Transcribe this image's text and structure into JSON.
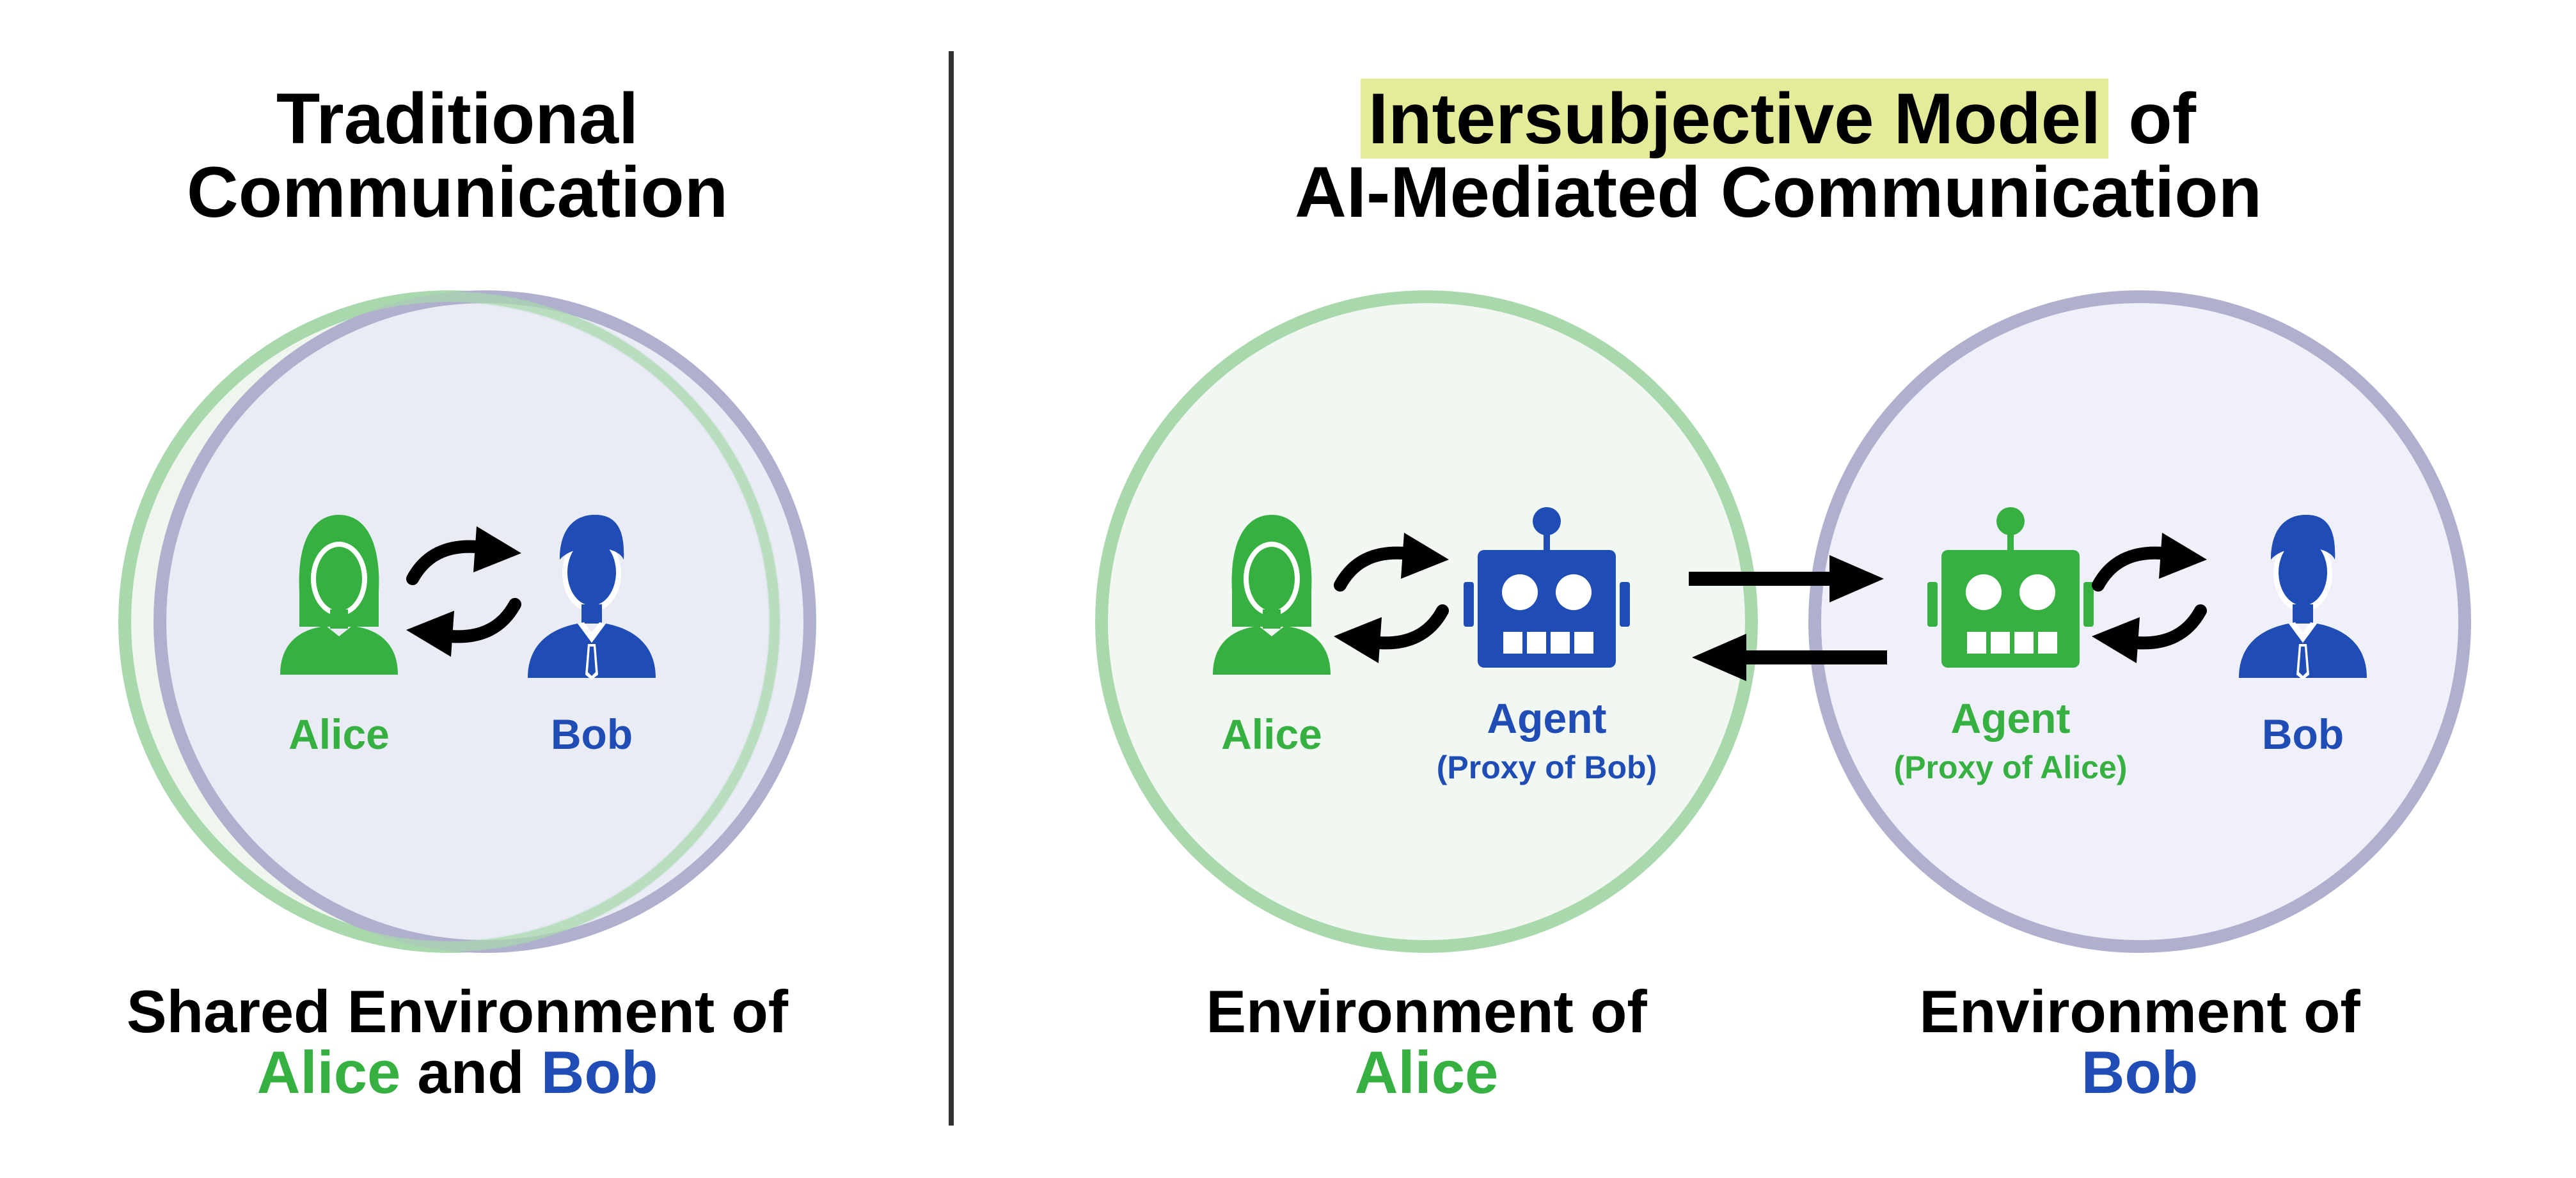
{
  "colors": {
    "green": "#35b041",
    "blue": "#1f4db5",
    "green_ring": "#a9d8ad",
    "blue_ring": "#aeb0cd",
    "highlight": "#e4ec9a",
    "divider": "#333333"
  },
  "left_panel": {
    "title_line1": "Traditional",
    "title_line2": "Communication",
    "alice_label": "Alice",
    "bob_label": "Bob",
    "footer_line1": "Shared Environment of",
    "footer_alice": "Alice",
    "footer_and": "and",
    "footer_bob": "Bob"
  },
  "right_panel": {
    "title_highlight": "Intersubjective Model",
    "title_of": "of",
    "title_line2": "AI-Mediated Communication",
    "alice_label": "Alice",
    "agent_bob_label": "Agent",
    "agent_bob_sub": "(Proxy of Bob)",
    "agent_alice_label": "Agent",
    "agent_alice_sub": "(Proxy of Alice)",
    "bob_label": "Bob",
    "env_alice_line1": "Environment of",
    "env_alice_name": "Alice",
    "env_bob_line1": "Environment of",
    "env_bob_name": "Bob"
  },
  "icons": [
    "female-user-icon",
    "male-user-icon",
    "robot-icon",
    "cycle-arrows-icon",
    "exchange-arrows-icon"
  ]
}
